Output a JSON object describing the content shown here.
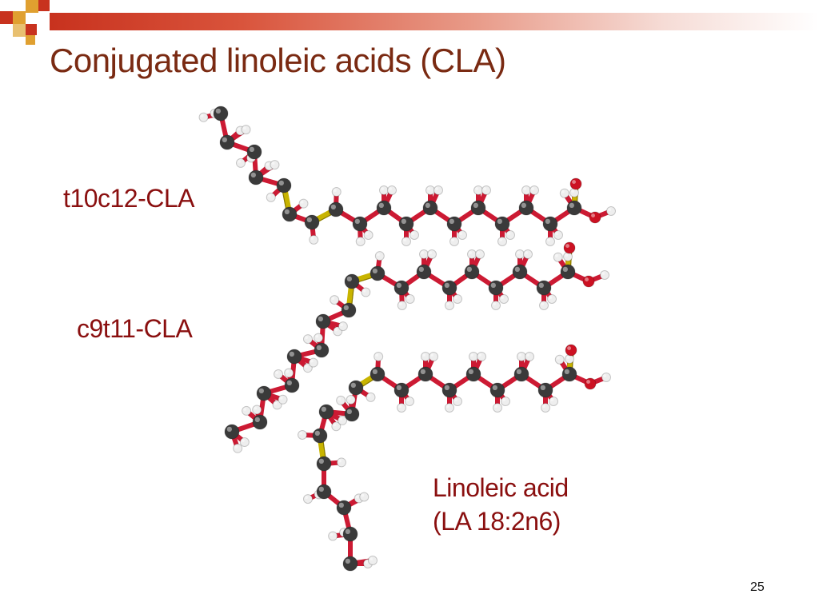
{
  "slide": {
    "title": "Conjugated linoleic acids (CLA)",
    "labels": {
      "t10c12": "t10c12-CLA",
      "c9t11": "c9t11-CLA",
      "la_line1": "Linoleic acid",
      "la_line2": "(LA 18:2n6)"
    },
    "page_number": "25",
    "colors": {
      "title": "#7a2a12",
      "labels": "#8a0f0f",
      "carbon": "#3a3a3a",
      "hydrogen": "#eeeeee",
      "oxygen": "#cc1122",
      "single_bond": "#cc1a33",
      "double_bond": "#c8b400"
    }
  }
}
